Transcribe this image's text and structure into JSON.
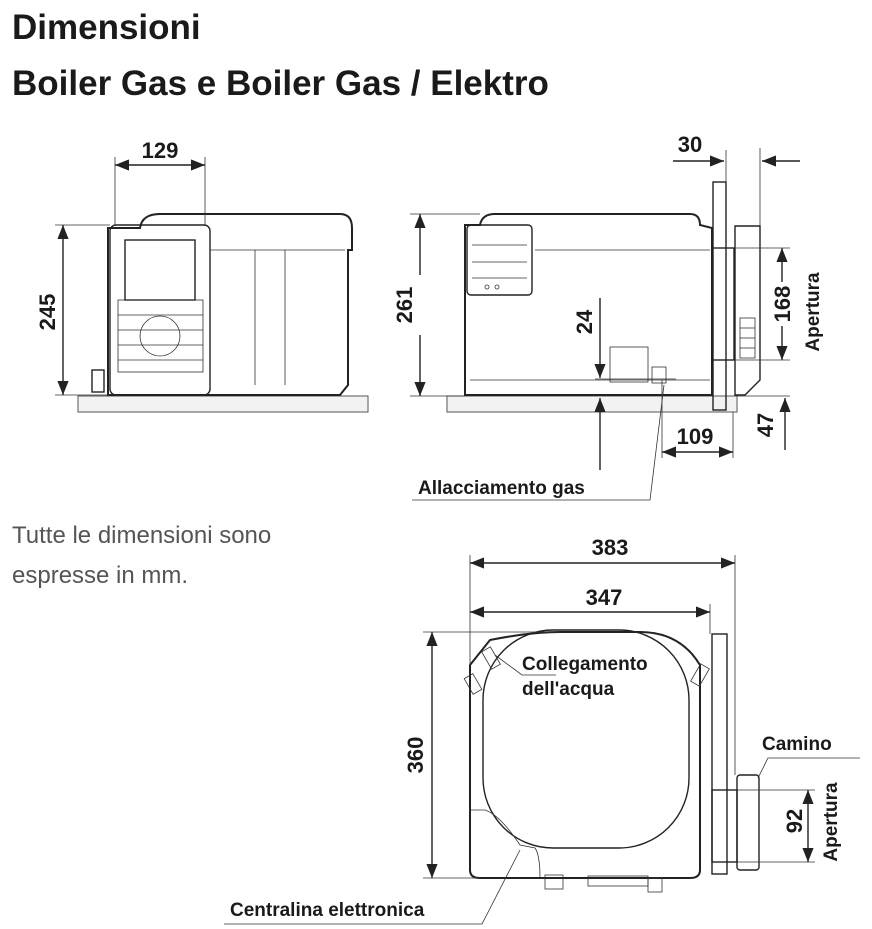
{
  "title": {
    "line1": "Dimensioni",
    "line2": "Boiler Gas e Boiler Gas / Elektro"
  },
  "note": {
    "line1": "Tutte le dimensioni sono",
    "line2": "espresse in mm."
  },
  "front_view": {
    "width": "129",
    "height": "245"
  },
  "side_view": {
    "height": "261",
    "gas_offset": "24",
    "wall": "30",
    "opening": "168",
    "opening_label": "Apertura",
    "bottom": "47",
    "gas_distance": "109",
    "gas_label": "Allacciamento gas"
  },
  "top_view": {
    "total_width": "383",
    "body_width": "347",
    "depth": "360",
    "water_label_1": "Collegamento",
    "water_label_2": "dell'acqua",
    "chimney_label": "Camino",
    "opening": "92",
    "opening_label": "Apertura",
    "control_label": "Centralina elettronica"
  }
}
